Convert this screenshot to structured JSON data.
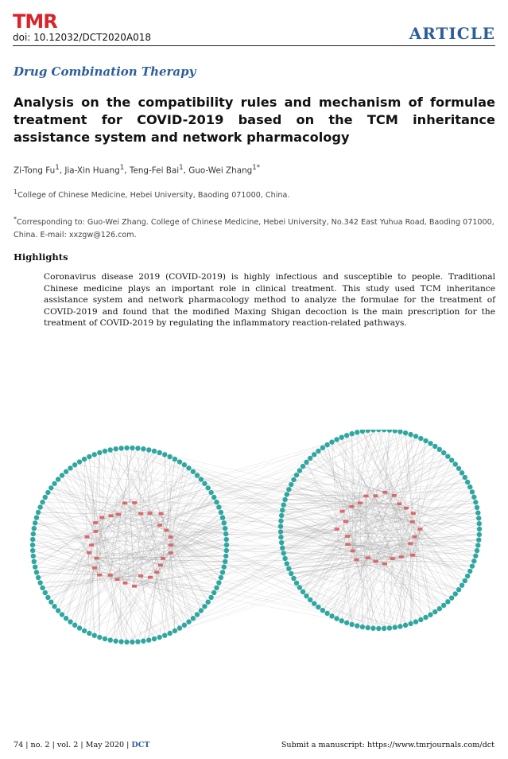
{
  "header": {
    "logo_text": "TMR",
    "doi": "doi: 10.12032/DCT2020A018",
    "article_type": "ARTICLE"
  },
  "journal_name": "Drug Combination Therapy",
  "title": "Analysis on the compatibility rules and mechanism of formulae treatment for COVID-2019 based on the TCM inheritance assistance system and network pharmacology",
  "authors": [
    {
      "name": "Zi-Tong Fu",
      "sup": "1"
    },
    {
      "name": "Jia-Xin Huang",
      "sup": "1"
    },
    {
      "name": "Teng-Fei Bai",
      "sup": "1"
    },
    {
      "name": "Guo-Wei Zhang",
      "sup": "1*"
    }
  ],
  "affiliation": {
    "sup": "1",
    "text": "College of Chinese Medicine, Hebei University, Baoding 071000, China."
  },
  "corresponding": {
    "mark": "*",
    "text": "Corresponding to: Guo-Wei Zhang. College of Chinese Medicine, Hebei University, No.342 East Yuhua Road, Baoding 071000, China. E-mail: xxzgw@126.com."
  },
  "highlights": {
    "heading": "Highlights",
    "text": "Coronavirus disease 2019 (COVID-2019) is highly infectious and susceptible to people. Traditional Chinese medicine plays an important role in clinical treatment. This study used TCM inheritance assistance system and network pharmacology method to analyze the formulae for the treatment of COVID-2019 and found that the modified Maxing Shigan decoction is the main prescription for the treatment of COVID-2019 by regulating the inflammatory reaction-related pathways."
  },
  "figure": {
    "ring_color": "#2fa7a0",
    "inner_node_color": "#d9686a",
    "edge_color": "#9a9a9a"
  },
  "footer": {
    "citation_prefix": "74  | no. 2 | vol. 2 | May 2020 | ",
    "journal_abbrev": "DCT",
    "submit": "Submit a manuscript: https://www.tmrjournals.com/dct"
  },
  "colors": {
    "brand_red": "#d6262b",
    "brand_blue": "#2c5d9c"
  }
}
